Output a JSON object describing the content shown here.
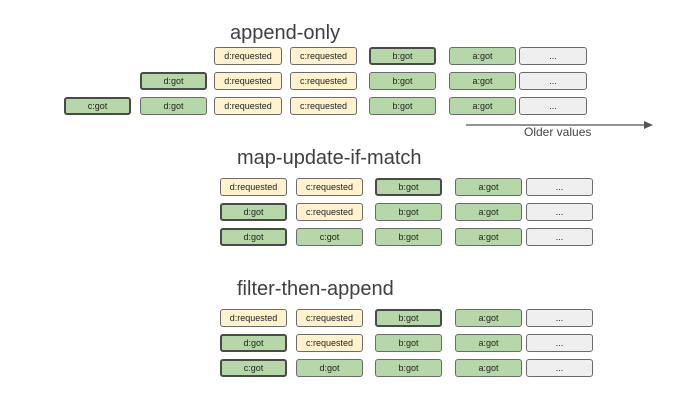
{
  "sections": [
    {
      "title": "append-only",
      "rows": [
        [
          null,
          null,
          {
            "t": "d:requested",
            "k": "req"
          },
          {
            "t": "c:requested",
            "k": "req"
          },
          {
            "t": "b:got",
            "k": "got",
            "b": 1
          },
          {
            "t": "a:got",
            "k": "got"
          },
          {
            "t": "...",
            "k": "more"
          }
        ],
        [
          null,
          {
            "t": "d:got",
            "k": "got",
            "b": 1
          },
          {
            "t": "d:requested",
            "k": "req"
          },
          {
            "t": "c:requested",
            "k": "req"
          },
          {
            "t": "b:got",
            "k": "got"
          },
          {
            "t": "a:got",
            "k": "got"
          },
          {
            "t": "...",
            "k": "more"
          }
        ],
        [
          {
            "t": "c:got",
            "k": "got",
            "b": 1
          },
          {
            "t": "d:got",
            "k": "got"
          },
          {
            "t": "d:requested",
            "k": "req"
          },
          {
            "t": "c:requested",
            "k": "req"
          },
          {
            "t": "b:got",
            "k": "got"
          },
          {
            "t": "a:got",
            "k": "got"
          },
          {
            "t": "...",
            "k": "more"
          }
        ]
      ]
    },
    {
      "title": "map-update-if-match",
      "rows": [
        [
          {
            "t": "d:requested",
            "k": "req"
          },
          {
            "t": "c:requested",
            "k": "req"
          },
          {
            "t": "b:got",
            "k": "got",
            "b": 1
          },
          {
            "t": "a:got",
            "k": "got"
          },
          {
            "t": "...",
            "k": "more"
          }
        ],
        [
          {
            "t": "d:got",
            "k": "got",
            "b": 1
          },
          {
            "t": "c:requested",
            "k": "req"
          },
          {
            "t": "b:got",
            "k": "got"
          },
          {
            "t": "a:got",
            "k": "got"
          },
          {
            "t": "...",
            "k": "more"
          }
        ],
        [
          {
            "t": "d:got",
            "k": "got",
            "b": 1
          },
          {
            "t": "c:got",
            "k": "got"
          },
          {
            "t": "b:got",
            "k": "got"
          },
          {
            "t": "a:got",
            "k": "got"
          },
          {
            "t": "...",
            "k": "more"
          }
        ]
      ]
    },
    {
      "title": "filter-then-append",
      "rows": [
        [
          {
            "t": "d:requested",
            "k": "req"
          },
          {
            "t": "c:requested",
            "k": "req"
          },
          {
            "t": "b:got",
            "k": "got",
            "b": 1
          },
          {
            "t": "a:got",
            "k": "got"
          },
          {
            "t": "...",
            "k": "more"
          }
        ],
        [
          {
            "t": "d:got",
            "k": "got",
            "b": 1
          },
          {
            "t": "c:requested",
            "k": "req"
          },
          {
            "t": "b:got",
            "k": "got"
          },
          {
            "t": "a:got",
            "k": "got"
          },
          {
            "t": "...",
            "k": "more"
          }
        ],
        [
          {
            "t": "c:got",
            "k": "got",
            "b": 1
          },
          {
            "t": "d:got",
            "k": "got"
          },
          {
            "t": "b:got",
            "k": "got"
          },
          {
            "t": "a:got",
            "k": "got"
          },
          {
            "t": "...",
            "k": "more"
          }
        ]
      ]
    }
  ],
  "older_values_label": "Older values",
  "colors": {
    "requested": "#fff2cc",
    "got": "#b6d7a8",
    "more": "#efefef"
  }
}
